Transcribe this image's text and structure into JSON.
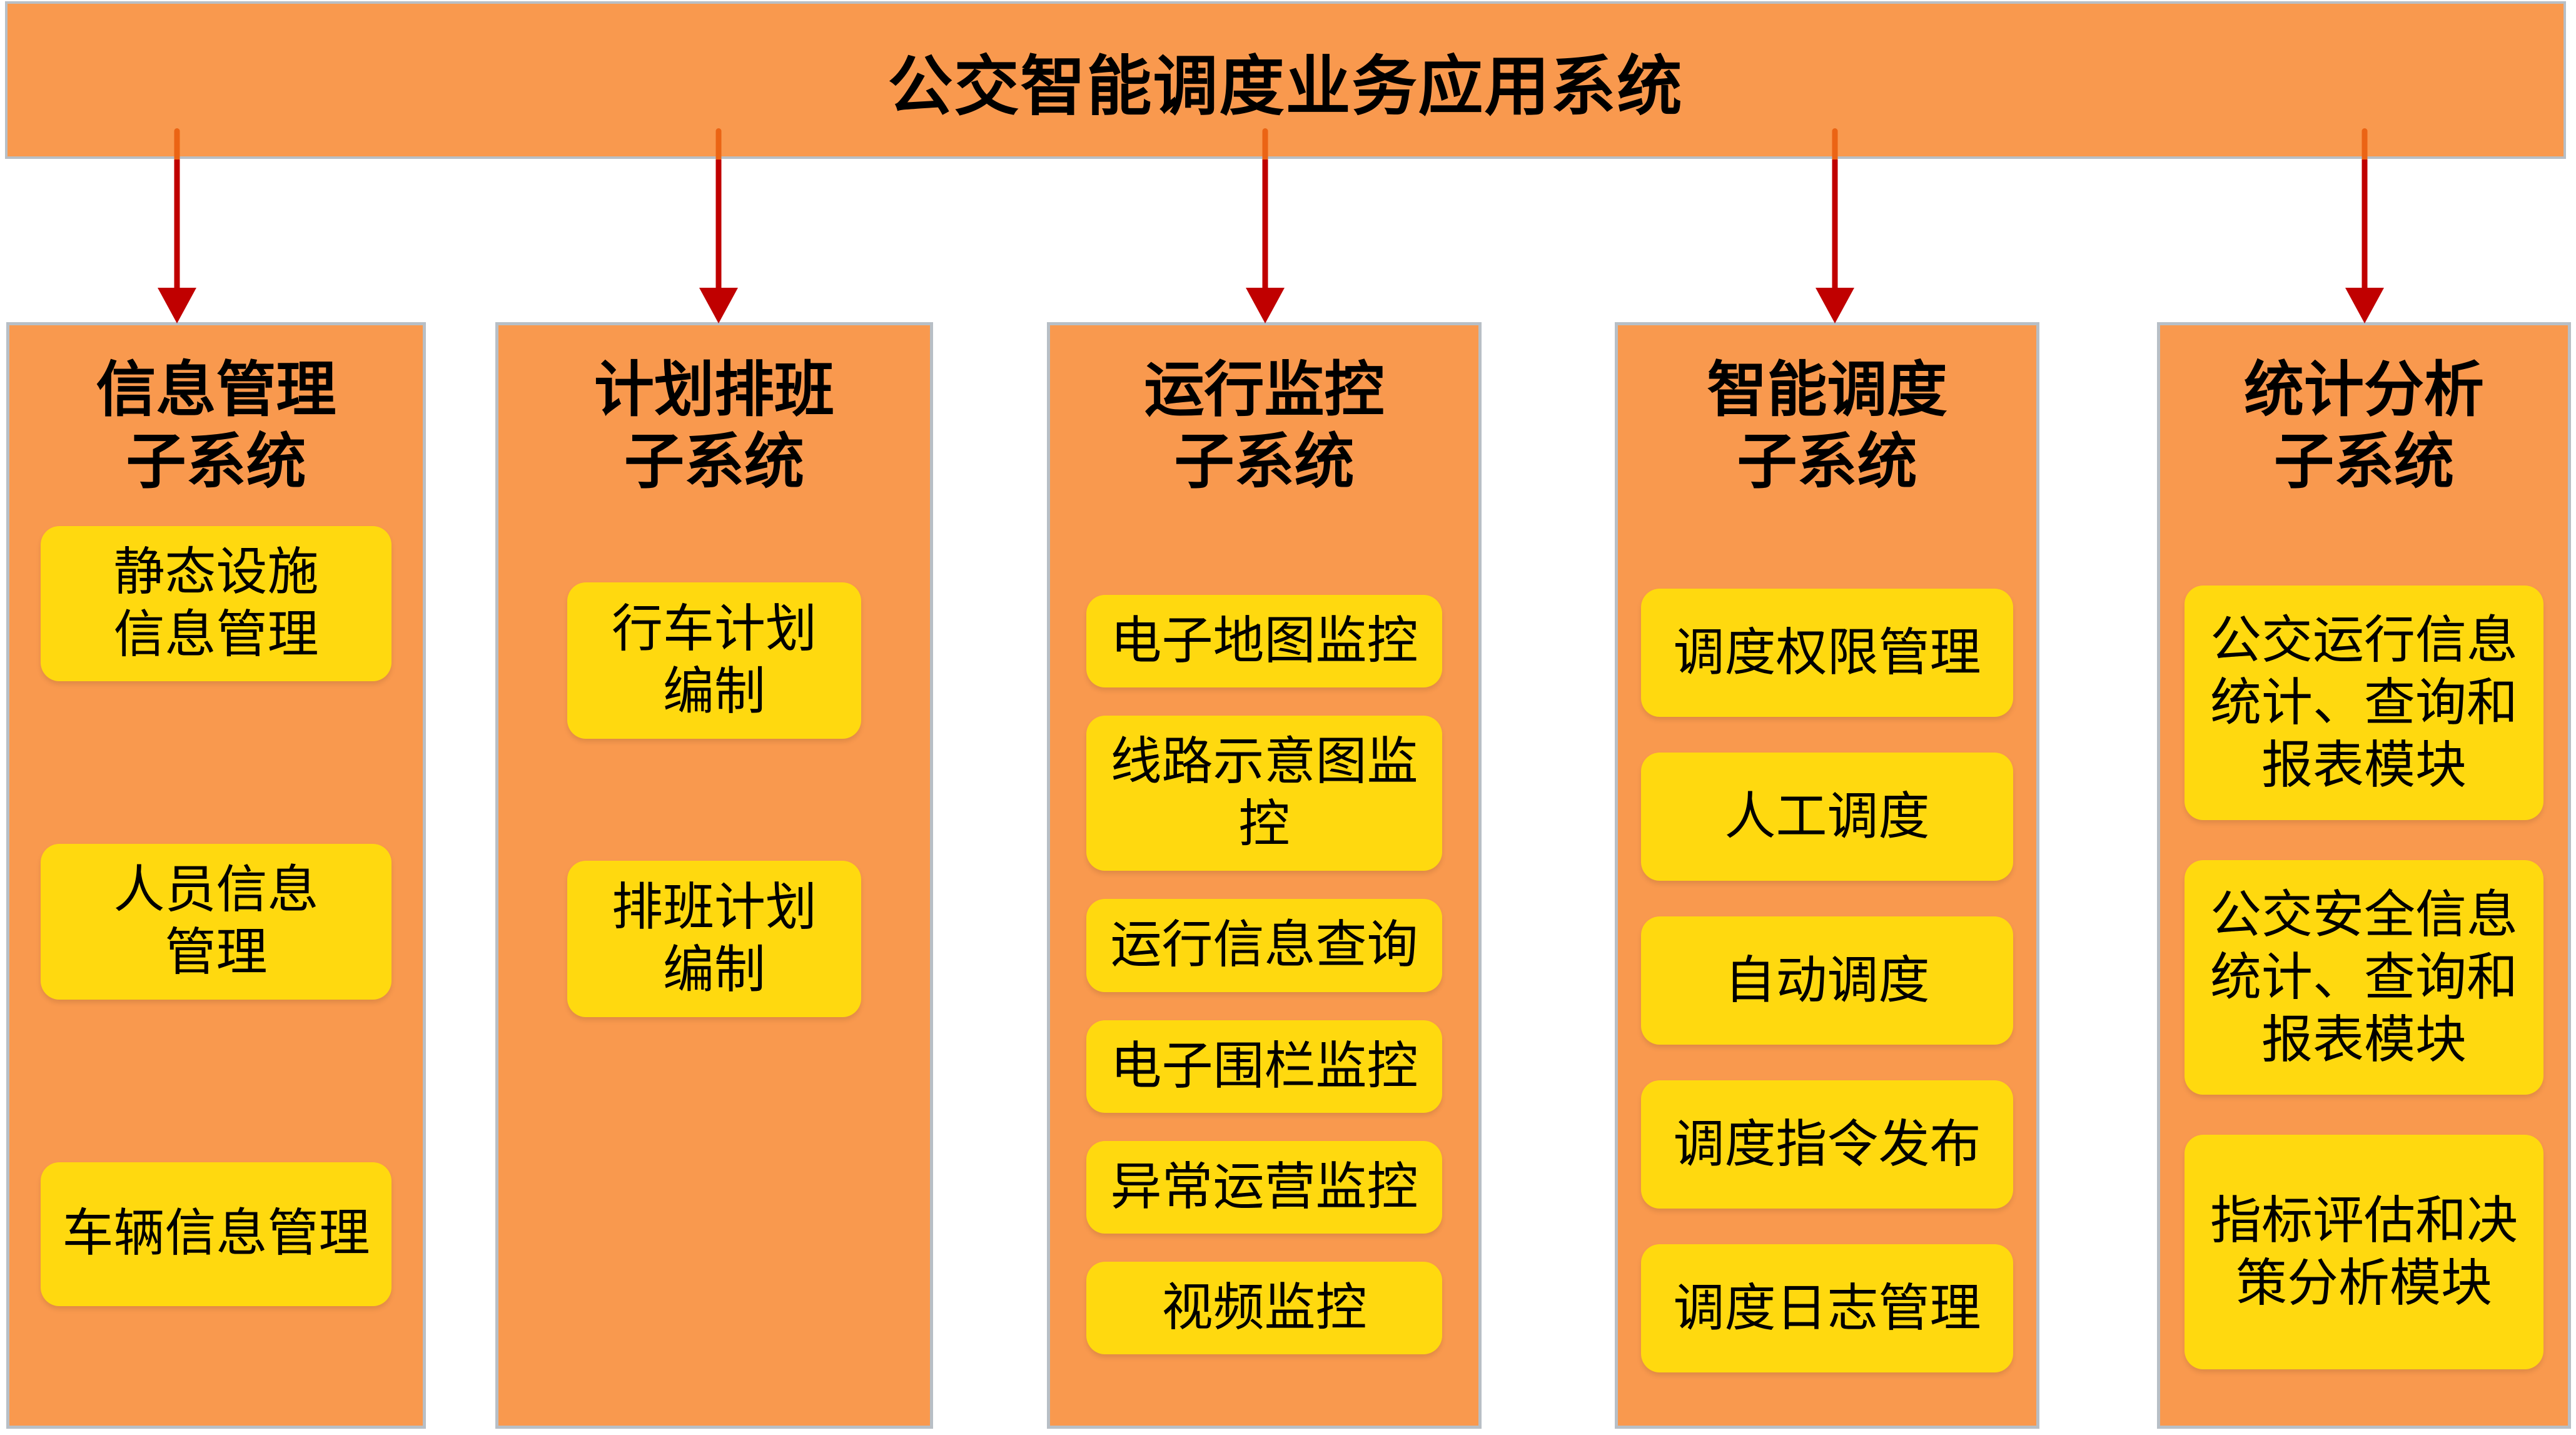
{
  "header": {
    "title": "公交智能调度业务应用系统"
  },
  "columns": [
    {
      "id": "info-management",
      "title": "信息管理\n子系统",
      "modules": [
        "静态设施\n信息管理",
        "人员信息\n管理",
        "车辆信息管理"
      ]
    },
    {
      "id": "plan-scheduling",
      "title": "计划排班\n子系统",
      "modules": [
        "行车计划\n编制",
        "排班计划\n编制"
      ]
    },
    {
      "id": "operation-monitoring",
      "title": "运行监控\n子系统",
      "modules": [
        "电子地图监控",
        "线路示意图监\n控",
        "运行信息查询",
        "电子围栏监控",
        "异常运营监控",
        "视频监控"
      ]
    },
    {
      "id": "intelligent-dispatch",
      "title": "智能调度\n子系统",
      "modules": [
        "调度权限管理",
        "人工调度",
        "自动调度",
        "调度指令发布",
        "调度日志管理"
      ]
    },
    {
      "id": "statistical-analysis",
      "title": "统计分析\n子系统",
      "modules": [
        "公交运行信息\n统计、查询和\n报表模块",
        "公交安全信息\n统计、查询和\n报表模块",
        "指标评估和决\n策分析模块"
      ]
    }
  ],
  "colors": {
    "page_bg": "#FFFFFF",
    "banner_bg": "#F9994E",
    "column_bg": "#F9994E",
    "module_bg": "#FFD90F",
    "arrow_line": "#C00000",
    "arrow_stub": "#EB6414",
    "panel_border": "#B8BFC6",
    "text": "#000000"
  }
}
